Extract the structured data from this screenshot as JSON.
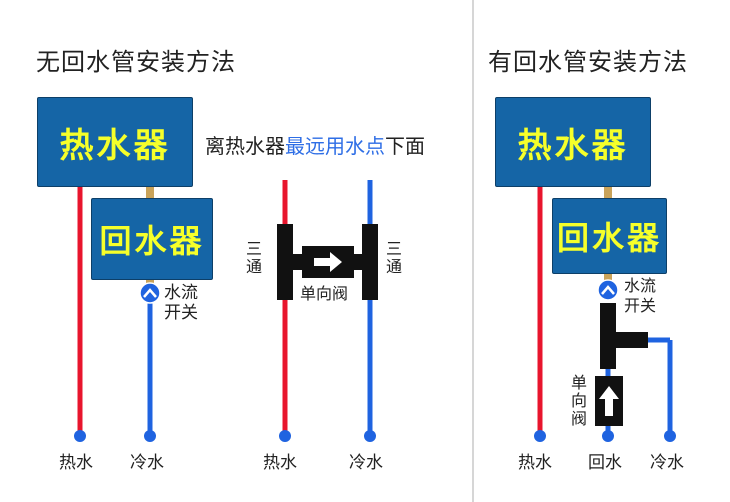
{
  "left": {
    "title": "无回水管安装方法",
    "heater_label": "热水器",
    "recirculator_label": "回水器",
    "flow_switch_label": "水流开关",
    "hot_water_label": "热水",
    "cold_water_label": "冷水"
  },
  "middle": {
    "note_prefix": "离热水器",
    "note_highlight": "最远用水点",
    "note_suffix": "下面",
    "tee_left_label": "三通",
    "tee_right_label": "三通",
    "check_valve_label": "单向阀",
    "hot_water_label": "热水",
    "cold_water_label": "冷水"
  },
  "right": {
    "title": "有回水管安装方法",
    "heater_label": "热水器",
    "recirculator_label": "回水器",
    "flow_switch_label": "水流开关",
    "check_valve_label": "单向阀",
    "hot_water_label": "热水",
    "return_water_label": "回水",
    "cold_water_label": "冷水"
  },
  "colors": {
    "hot_pipe": "#e8152d",
    "cold_pipe": "#1f63e0",
    "box_fill": "#1565a6",
    "box_text": "#f6ff2a",
    "highlight_text": "#2e6ee6",
    "fitting": "#111111",
    "divider": "#c8c8c8"
  }
}
